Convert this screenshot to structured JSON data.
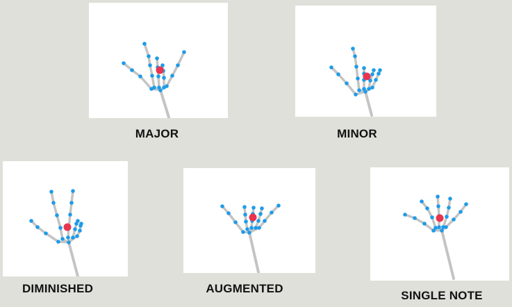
{
  "colors": {
    "background": "#e0e0da",
    "panel": "#ffffff",
    "bone": "#c4c4c4",
    "joint": "#1e9be8",
    "palm_center": "#e8344f"
  },
  "gestures": [
    {
      "id": "major",
      "label": "MAJOR"
    },
    {
      "id": "minor",
      "label": "MINOR"
    },
    {
      "id": "diminished",
      "label": "DIMINISHED"
    },
    {
      "id": "augmented",
      "label": "AUGMENTED"
    },
    {
      "id": "single-note",
      "label": "SINGLE NOTE"
    }
  ]
}
